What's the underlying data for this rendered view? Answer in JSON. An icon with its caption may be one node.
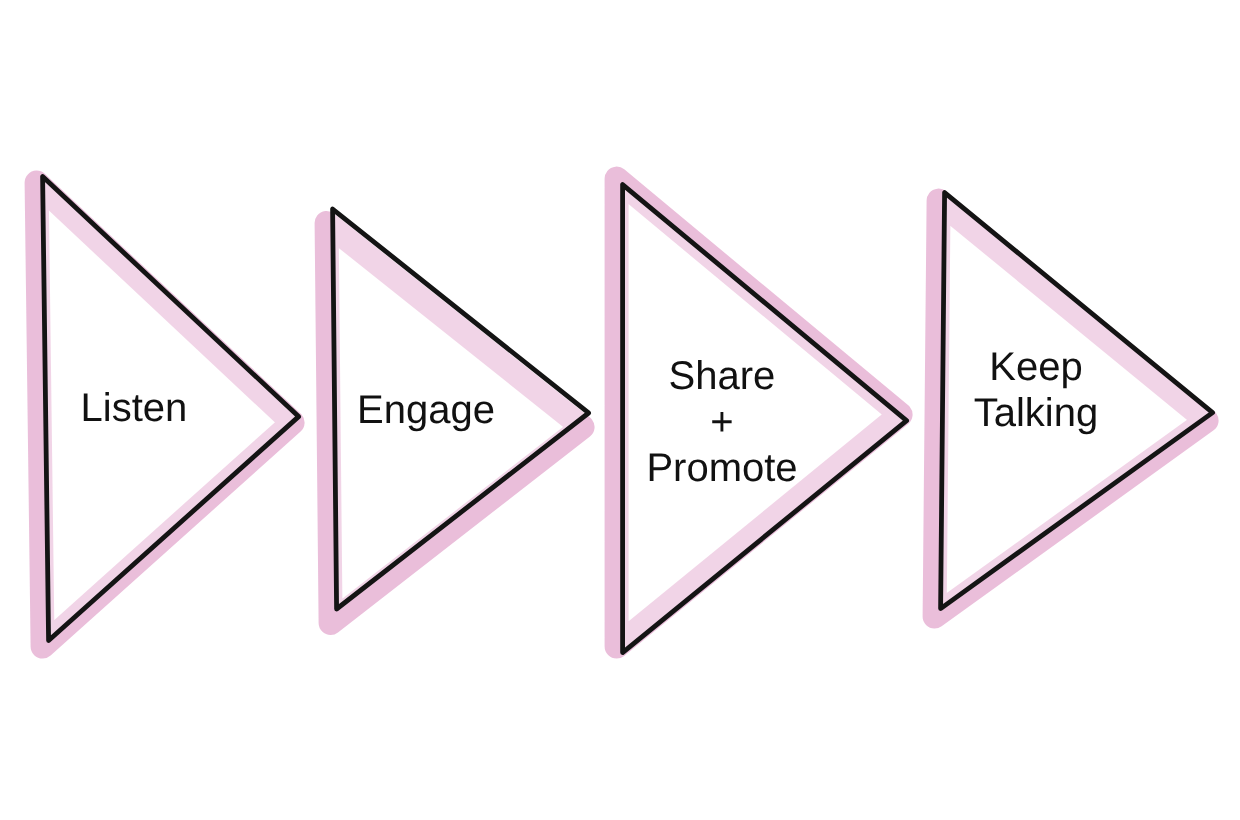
{
  "diagram": {
    "nodes": [
      {
        "text": [
          "Listen"
        ]
      },
      {
        "text": [
          "Engage"
        ]
      },
      {
        "text": [
          "Share + Promote"
        ]
      },
      {
        "text": [
          "Keep Talking"
        ]
      }
    ]
  }
}
